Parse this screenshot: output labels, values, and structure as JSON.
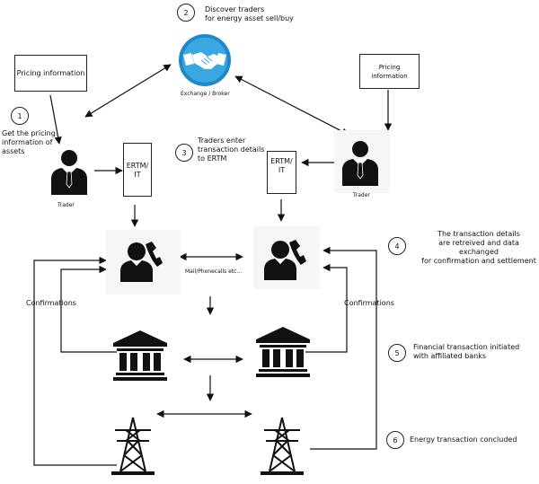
{
  "steps": [
    {
      "num": "1",
      "text": "Get the pricing\ninformation of\nassets"
    },
    {
      "num": "2",
      "text": "Discover traders\nfor energy asset sell/buy"
    },
    {
      "num": "3",
      "text": "Traders enter\ntransaction details\nto ERTM"
    },
    {
      "num": "4",
      "text": "The transaction details\nare retreived and data exchanged\nfor confirmation and settlement"
    },
    {
      "num": "5",
      "text": "Financial transaction initiated\nwith affiliated banks"
    },
    {
      "num": "6",
      "text": "Energy transaction concluded"
    }
  ],
  "pricing_left": "Pricing information",
  "pricing_right": "Pricing information",
  "exchange_label": "Exchange / Broker",
  "trader_left": "Trader",
  "trader_right": "Trader",
  "ertm_left": "ERTM/\nIT",
  "ertm_right": "ERTM/\nIT",
  "mail_label": "Mail/Phonecalls etc...",
  "confirmations_left": "Confirmations",
  "confirmations_right": "Confirmations",
  "colors": {
    "exchange_outer": "#1e88c9",
    "exchange_inner": "#3aa8e0",
    "line": "#111111",
    "tile": "#f6f6f6"
  }
}
